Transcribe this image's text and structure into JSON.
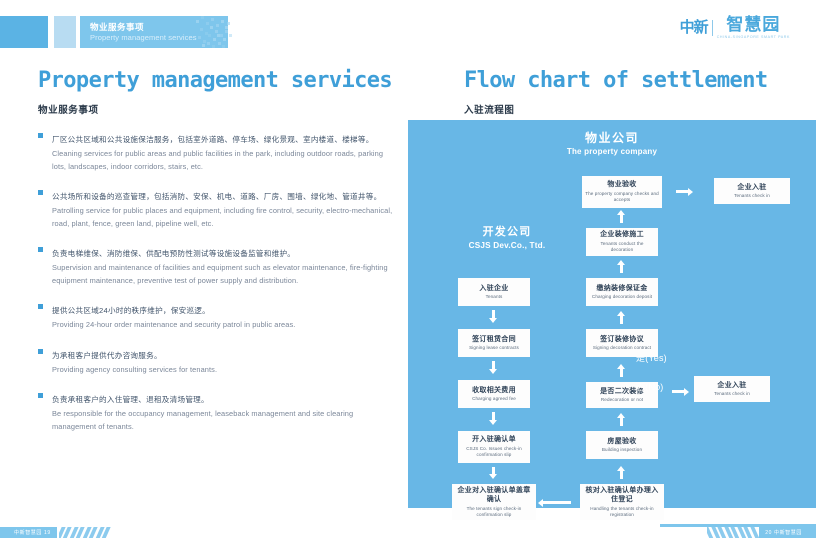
{
  "header": {
    "tab_cn": "物业服务事项",
    "tab_en": "Property management services"
  },
  "logo": {
    "mark": "中新",
    "name": "智慧园",
    "sub": "CHINA-SINGAPORE SMART PARK"
  },
  "left": {
    "title_en": "Property management services",
    "title_cn": "物业服务事项",
    "items": [
      {
        "cn": "厂区公共区域和公共设施保洁服务，包括室外道路、停车场、绿化景观、室内楼道、楼梯等。",
        "en": "Cleaning services for public areas and public facilities in the park, including outdoor roads, parking lots, landscapes, indoor corridors, stairs, etc."
      },
      {
        "cn": "公共场所和设备的巡查管理，包括消防、安保、机电、道路、厂房、围墙、绿化地、管道井等。",
        "en": "Patrolling service for public places and equipment, including fire control, security, electro-mechanical, road, plant, fence, green land, pipeline well, etc."
      },
      {
        "cn": "负责电梯维保、消防维保、供配电预防性测试等设施设备监管和维护。",
        "en": "Supervision and maintenance of facilities and equipment such as elevator maintenance, fire-fighting equipment maintenance, preventive test of power supply and distribution."
      },
      {
        "cn": "提供公共区域24小时的秩序维护，保安巡逻。",
        "en": "Providing 24-hour order maintenance and security patrol in public areas."
      },
      {
        "cn": "为承租客户提供代办咨询服务。",
        "en": "Providing agency consulting services for tenants."
      },
      {
        "cn": "负责承租客户的入住管理、退租及清场管理。",
        "en": "Be responsible for the occupancy management, leaseback management and site clearing management of tenants."
      }
    ]
  },
  "right": {
    "title_en": "Flow chart of settlement",
    "title_cn": "入驻流程图"
  },
  "flow": {
    "panel_head_cn": "物业公司",
    "panel_head_en": "The property company",
    "dev_head_cn": "开发公司",
    "dev_head_en": "CSJS Dev.Co., Ttd.",
    "label_yes": "是(Yes)",
    "label_no": "否(No)",
    "nodes": {
      "tenants": {
        "cn": "入驻企业",
        "en": "Tenants"
      },
      "lease": {
        "cn": "签订租赁合同",
        "en": "Signing lease contracts"
      },
      "fee": {
        "cn": "收取相关费用",
        "en": "Charging agreed fee"
      },
      "issue_slip": {
        "cn": "开入驻确认单",
        "en": "CSJS Co. Issues check-in confirmation slip"
      },
      "sign_slip": {
        "cn": "企业对入驻确认单盖章确认",
        "en": "The tenants sign check-in confirmation slip"
      },
      "handle_reg": {
        "cn": "核对入驻确认单办理入住登记",
        "en": "Handling the tenants check-in registration"
      },
      "building_insp": {
        "cn": "房屋验收",
        "en": "Building inspection"
      },
      "redecoration": {
        "cn": "是否二次装修",
        "en": "Redecoration or not"
      },
      "deco_contract": {
        "cn": "签订装修协议",
        "en": "Signing decoration contract"
      },
      "deco_deposit": {
        "cn": "缴纳装修保证金",
        "en": "Charging decoration deposit"
      },
      "deco_work": {
        "cn": "企业装修施工",
        "en": "Tenants conduct the decoration"
      },
      "property_check": {
        "cn": "物业验收",
        "en": "The property company checks and accepts"
      },
      "checkin_top": {
        "cn": "企业入驻",
        "en": "Tenants check in"
      },
      "checkin_mid": {
        "cn": "企业入驻",
        "en": "Tenants check in"
      }
    }
  },
  "footer": {
    "left_text": "中新智慧园  19",
    "right_text": "20  中新智慧园"
  },
  "colors": {
    "accent": "#3f9fd8",
    "panel": "#68b7e6",
    "banner": "#7ec6ec",
    "light": "#b8dcf2"
  }
}
